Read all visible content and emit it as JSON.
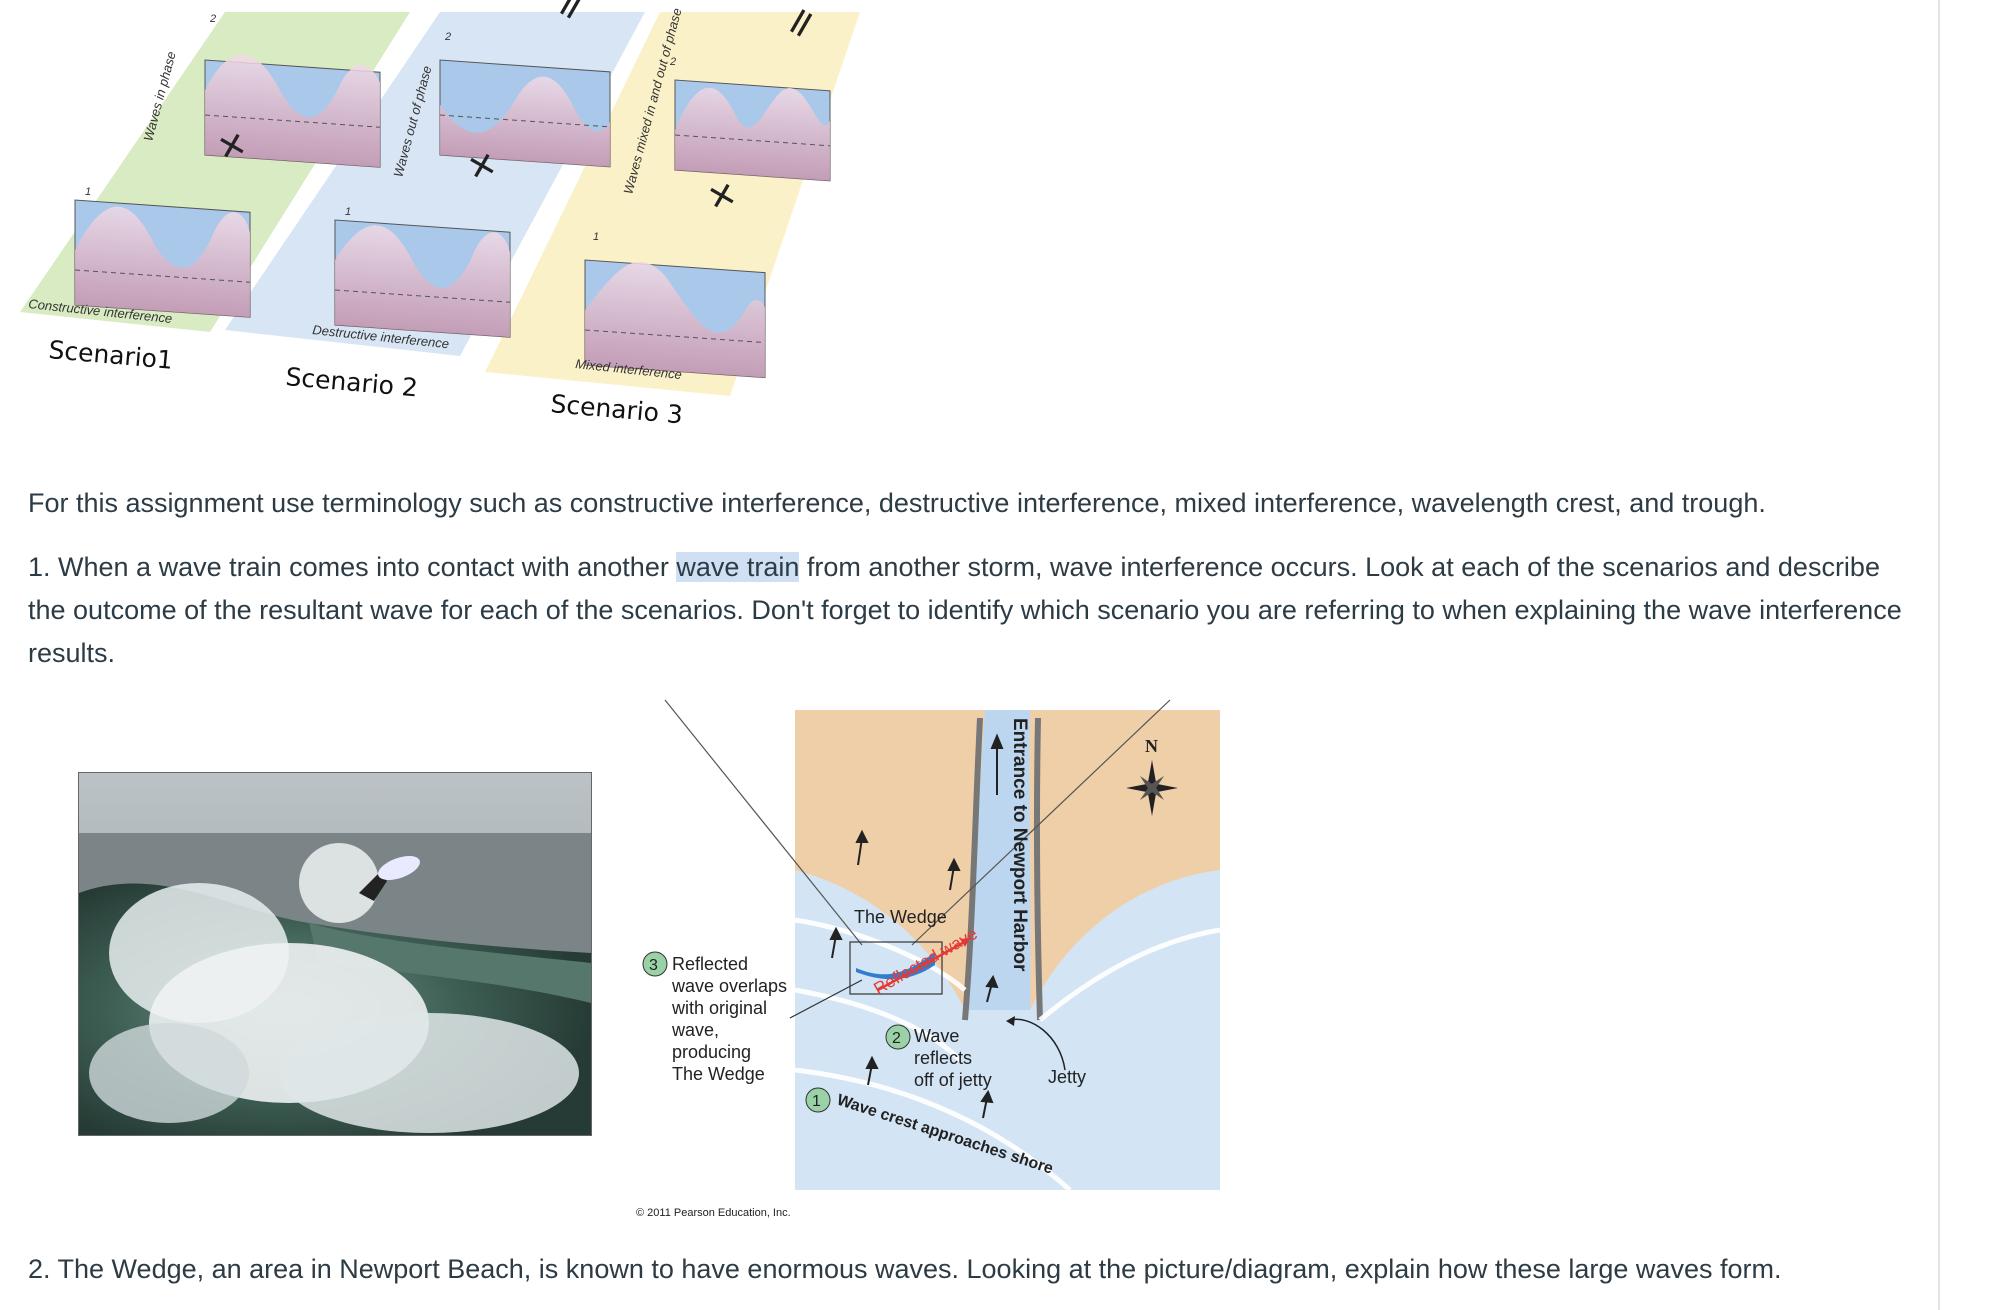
{
  "figure1": {
    "scenarios": [
      {
        "label": "Scenario1",
        "panel_label": "Waves in phase",
        "interference_label": "Constructive interference",
        "wave_numbers": [
          "1",
          "2"
        ]
      },
      {
        "label": "Scenario 2",
        "panel_label": "Waves out of phase",
        "interference_label": "Destructive interference",
        "wave_numbers": [
          "1",
          "2"
        ]
      },
      {
        "label": "Scenario 3",
        "panel_label": "Waves mixed in and out of phase",
        "interference_label": "Mixed interference",
        "wave_numbers": [
          "1",
          "2"
        ]
      }
    ],
    "operators": {
      "plus": "+",
      "equals": "="
    },
    "colors": {
      "scenario1_bg": "#d9ebc3",
      "scenario2_bg": "#d8e5f4",
      "scenario3_bg": "#fbf1c9",
      "water": "#a9c8ea",
      "wave_top": "#e9c7d6"
    }
  },
  "intro_text": "For this assignment use terminology such as constructive interference, destructive interference, mixed interference, wavelength crest, and trough.",
  "question1": {
    "before": "1. When a wave train comes into contact with another ",
    "highlight": "wave train",
    "after": " from another storm, wave interference occurs. Look at each of the scenarios and describe the outcome of the resultant wave for each of the scenarios. Don't forget to identify which scenario you are referring to when explaining the wave interference results."
  },
  "figure2": {
    "photo_alt": "surfer riding large breaking wave",
    "diagram": {
      "wedge_label": "The Wedge",
      "reflected_wave_label": "Reflected wave",
      "entrance_label": "Entrance to Newport Harbor",
      "jetty_label": "Jetty",
      "north_label": "N",
      "step1_number": "1",
      "step1_text": "Wave crest approaches shore",
      "step2_number": "2",
      "step2_lines": [
        "Wave",
        "reflects",
        "off of jetty"
      ],
      "step3_number": "3",
      "step3_lines": [
        "Reflected",
        "wave overlaps",
        "with original",
        "wave,",
        "producing",
        "The Wedge"
      ],
      "copyright": "© 2011 Pearson Education, Inc.",
      "colors": {
        "sand": "#efcfa8",
        "water": "#d3e4f5",
        "step_circle": "#9bd1a6",
        "reflected": "#e53935"
      }
    }
  },
  "question2": "2. The Wedge, an area in Newport Beach, is known to have enormous waves. Looking at the picture/diagram, explain how these large waves form."
}
